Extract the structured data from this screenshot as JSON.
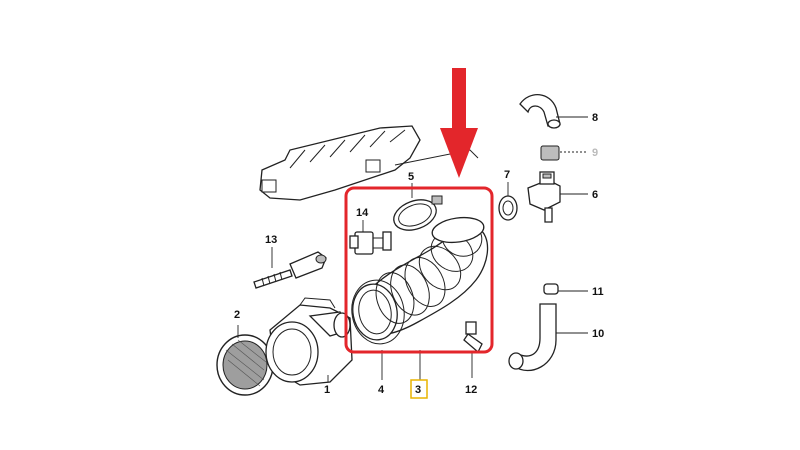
{
  "diagram": {
    "callouts": {
      "c1": "1",
      "c2": "2",
      "c3": "3",
      "c4": "4",
      "c5": "5",
      "c6": "6",
      "c7": "7",
      "c8": "8",
      "c9": "9",
      "c10": "10",
      "c11": "11",
      "c12": "12",
      "c13": "13",
      "c14": "14"
    },
    "colors": {
      "highlight": "#e3262b",
      "callout_box": "#e8b400",
      "line": "#222222"
    }
  }
}
